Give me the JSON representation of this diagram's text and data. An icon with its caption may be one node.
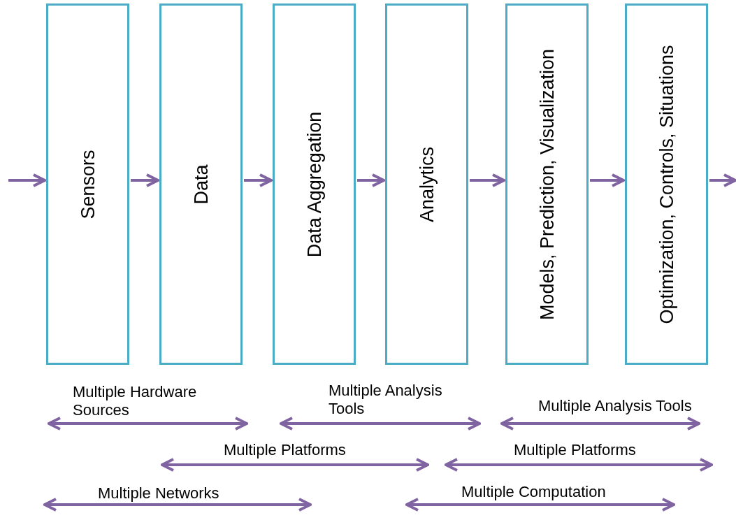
{
  "diagram": {
    "nodes": [
      {
        "text": [
          "Sensors"
        ]
      },
      {
        "text": [
          "Data"
        ]
      },
      {
        "text": [
          "Data Aggregation"
        ]
      },
      {
        "text": [
          "Analytics"
        ]
      },
      {
        "text": [
          "Models, Prediction, Visualization"
        ]
      },
      {
        "text": [
          "Optimization, Controls, Situations"
        ]
      }
    ],
    "edges": [
      {
        "from": null,
        "to": 0,
        "arrow": "to"
      },
      {
        "from": 0,
        "to": 1,
        "arrow": "to"
      },
      {
        "from": 1,
        "to": 2,
        "arrow": "to"
      },
      {
        "from": 2,
        "to": 3,
        "arrow": "to"
      },
      {
        "from": 3,
        "to": 4,
        "arrow": "to"
      },
      {
        "from": 4,
        "to": 5,
        "arrow": "to"
      },
      {
        "from": 5,
        "to": null,
        "arrow": "to"
      }
    ],
    "labels": [
      "Multiple Hardware Sources",
      "Multiple Analysis Tools",
      "Multiple Analysis Tools",
      "Multiple Platforms",
      "Multiple Platforms",
      "Multiple Networks",
      "Multiple Computation"
    ]
  }
}
